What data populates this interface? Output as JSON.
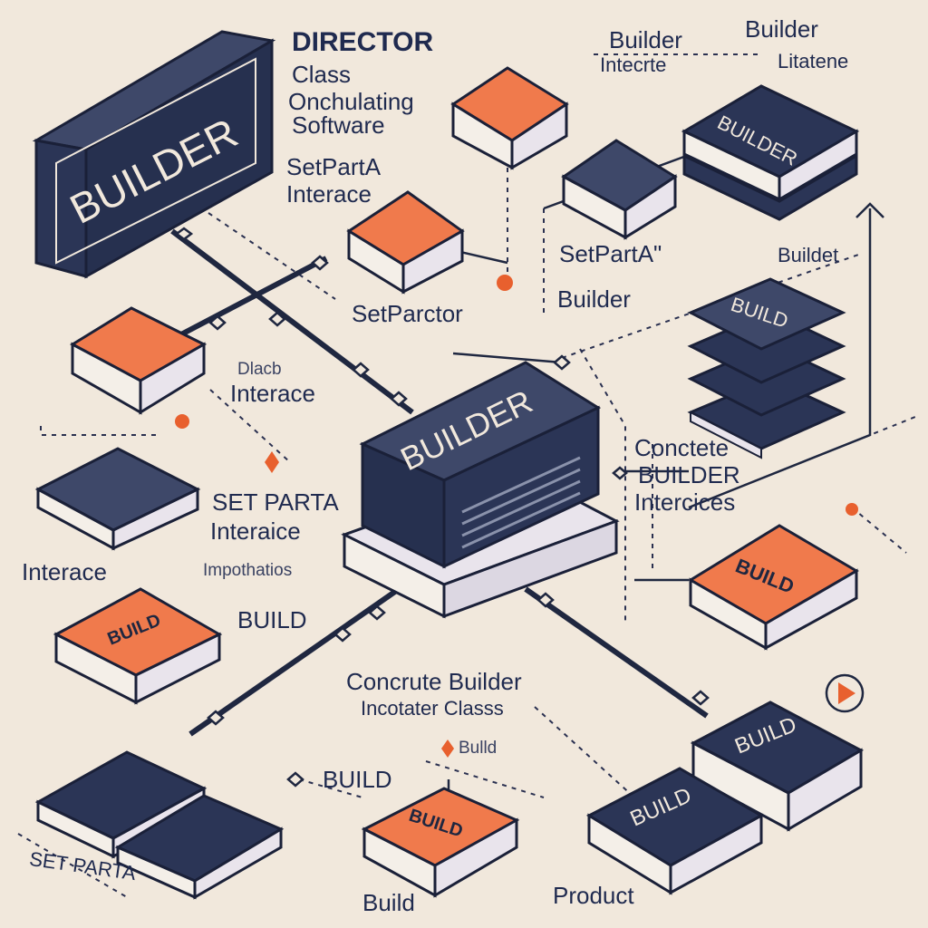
{
  "colors": {
    "background": "#f1e8dc",
    "navy": "#2b3556",
    "navy_dark": "#1f2740",
    "navy_side": "#3e4869",
    "orange": "#f07a4c",
    "orange_dark": "#d96536",
    "cream_side": "#e9e4ec",
    "outline": "#1a2038",
    "accent": "#e8602e"
  },
  "icons": {
    "play": "play-icon"
  },
  "labels": {
    "director": "DIRECTOR",
    "director_class": "Class",
    "director_orch": "Onchulating",
    "director_software": "Software",
    "setparta_interface_top": "SetPartA",
    "setparta_interface_top_2": "Interace",
    "builder_interface_top": "Builder",
    "builder_interface_top_2": "Intecrte",
    "builder_top_right": "Builder",
    "builder_top_right_2": "Litatene",
    "setparta_right": "SetPartA\"",
    "builder_right": "Builder",
    "buildet_right": "Buildet",
    "setparctor": "SetParctor",
    "dlacb": "Dlacb",
    "interace_mid": "Interace",
    "concrete_line1": "Conctete",
    "concrete_line2": "BUILDER",
    "concrete_line3": "Intercices",
    "setparta_mid": "SET PARTA",
    "interaice_mid": "Interaice",
    "interace_left": "Interace",
    "impothatios": "Impothatios",
    "build_left": "BUILD",
    "concrete_builder_bottom": "Concrute Builder",
    "concrete_builder_bottom_2": "Incotater Classs",
    "build_small": "Bulld",
    "build_bottom_mid": "BUILD",
    "set_parta_bottom": "SET PARTA",
    "build_bottom": "Build",
    "product": "Product"
  },
  "boxes": {
    "builder_panel": "BUILDER",
    "center_builder": "BUILDER",
    "stack_top": "BUILDER",
    "stack_right": "BUILD",
    "build_orange_right": "BUILD",
    "build_orange_left": "BUILD",
    "build_bottom_right": "BUILD",
    "build_bottom_center": "BUILD",
    "build_orange_bottom": "BUILD"
  }
}
